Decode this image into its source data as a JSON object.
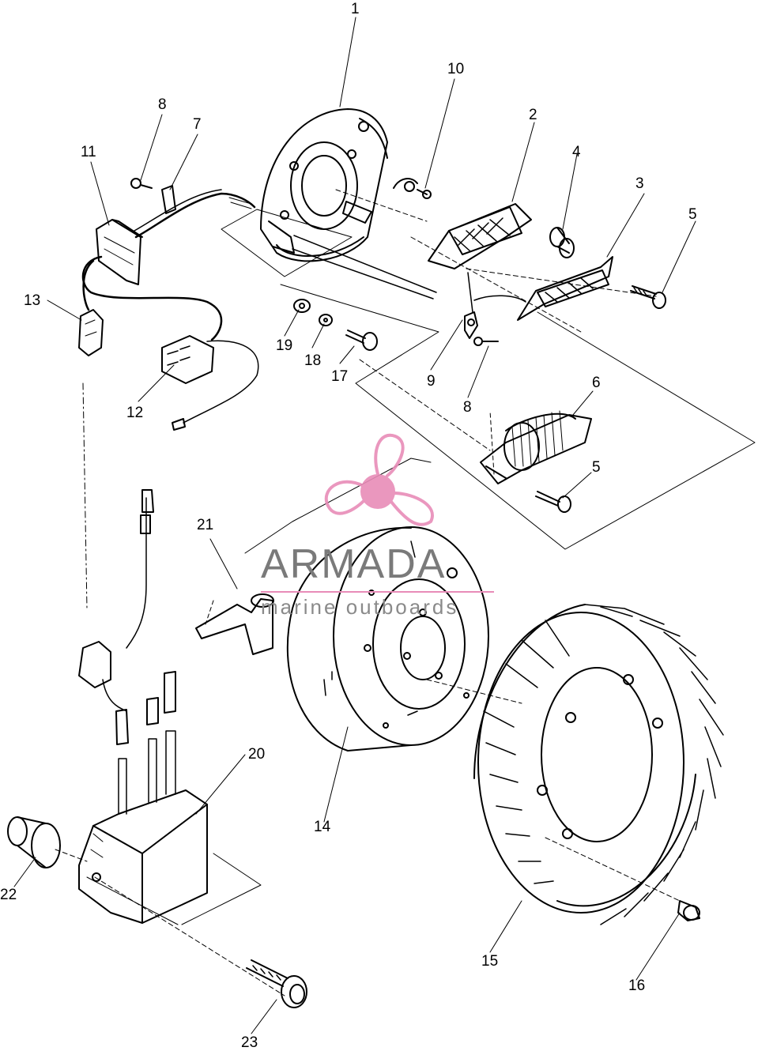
{
  "callouts": {
    "c1": "1",
    "c2": "2",
    "c3": "3",
    "c4": "4",
    "c5a": "5",
    "c5b": "5",
    "c6": "6",
    "c7": "7",
    "c8a": "8",
    "c8b": "8",
    "c9": "9",
    "c10": "10",
    "c11": "11",
    "c12": "12",
    "c13": "13",
    "c14": "14",
    "c15": "15",
    "c16": "16",
    "c17": "17",
    "c18": "18",
    "c19": "19",
    "c20": "20",
    "c21": "21",
    "c22": "22",
    "c23": "23"
  },
  "watermark": {
    "brand": "ARMADA",
    "tagline": "marine outboards",
    "accent_color": "#e88cb8",
    "logo_icon": "propeller-icon"
  },
  "colors": {
    "ink": "#000000",
    "paper": "#ffffff"
  }
}
